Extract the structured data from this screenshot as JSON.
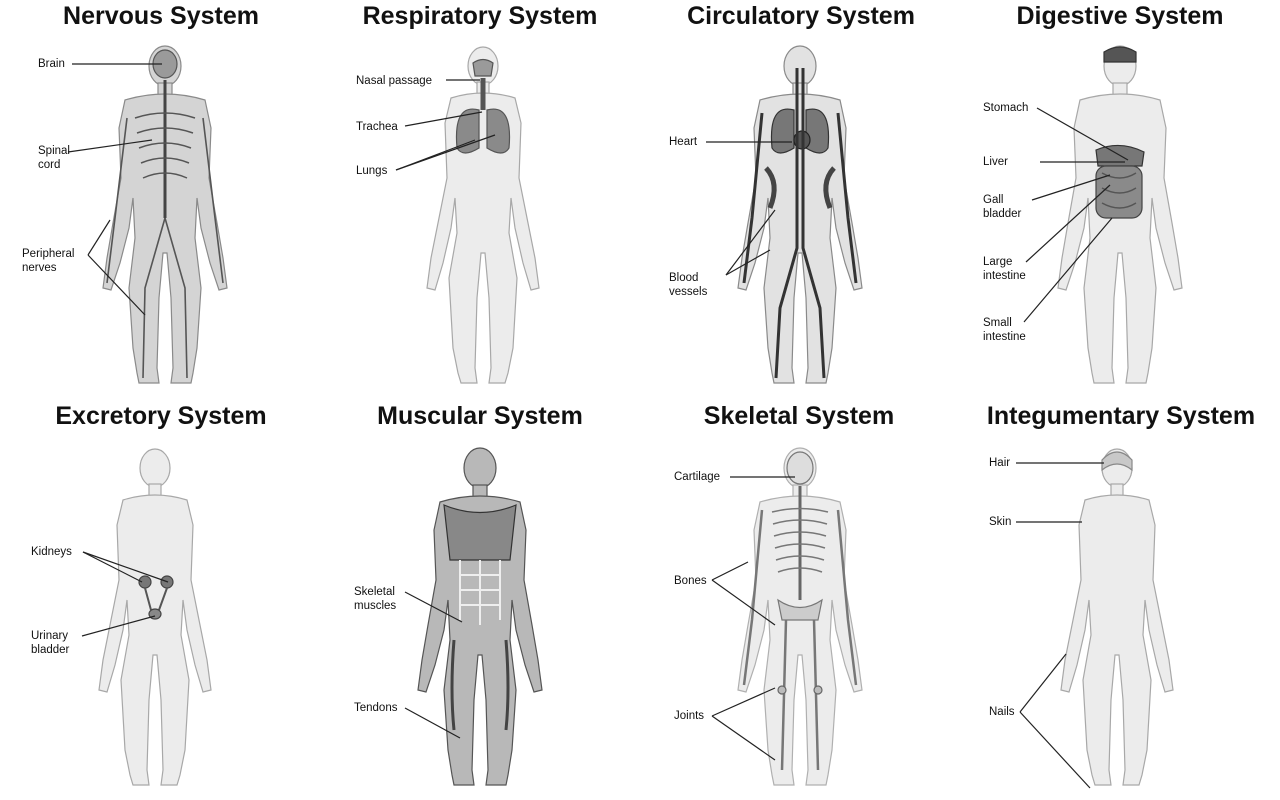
{
  "panels": [
    {
      "title": "Nervous System",
      "labels": [
        "Brain",
        "Spinal\ncord",
        "Peripheral\nnerves"
      ]
    },
    {
      "title": "Respiratory System",
      "labels": [
        "Nasal passage",
        "Trachea",
        "Lungs"
      ]
    },
    {
      "title": "Circulatory System",
      "labels": [
        "Heart",
        "Blood\nvessels"
      ]
    },
    {
      "title": "Digestive System",
      "labels": [
        "Stomach",
        "Liver",
        "Gall\nbladder",
        "Large\nintestine",
        "Small\nintestine"
      ]
    },
    {
      "title": "Excretory System",
      "labels": [
        "Kidneys",
        "Urinary\nbladder"
      ]
    },
    {
      "title": "Muscular System",
      "labels": [
        "Skeletal\nmuscles",
        "Tendons"
      ]
    },
    {
      "title": "Skeletal System",
      "labels": [
        "Cartilage",
        "Bones",
        "Joints"
      ]
    },
    {
      "title": "Integumentary System",
      "labels": [
        "Hair",
        "Skin",
        "Nails"
      ]
    }
  ]
}
